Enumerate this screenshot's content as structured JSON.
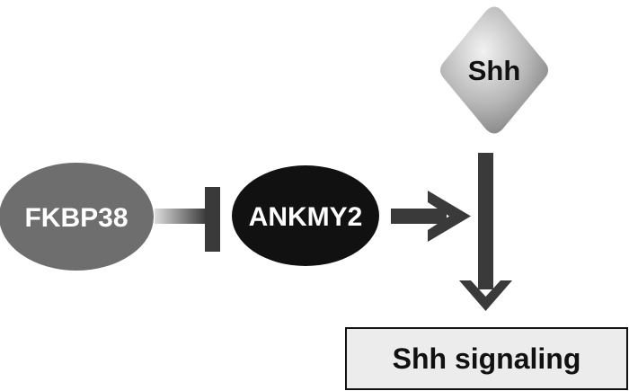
{
  "nodes": {
    "fkbp38": {
      "label": "FKBP38",
      "color": "#6e6e6e"
    },
    "ankmy2": {
      "label": "ANKMY2",
      "color": "#111111"
    },
    "shh": {
      "label": "Shh",
      "color_light": "#f2f2f2",
      "color_dark": "#7a7a7a"
    },
    "shh_signaling": {
      "label": "Shh signaling",
      "fill": "#ececec",
      "border": "#111111"
    }
  },
  "edges": [
    {
      "from": "FKBP38",
      "to": "ANKMY2",
      "type": "inhibition"
    },
    {
      "from": "ANKMY2",
      "to": "Shh signaling",
      "type": "activation"
    },
    {
      "from": "Shh",
      "to": "Shh signaling",
      "type": "activation"
    }
  ],
  "colors": {
    "arrow": "#3a3a3a",
    "inhibitor_bar": "#3a3a3a"
  }
}
